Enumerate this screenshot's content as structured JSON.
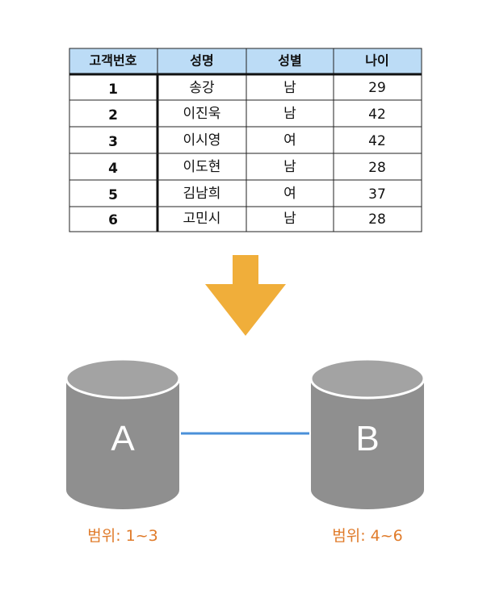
{
  "table": {
    "headers": [
      "고객번호",
      "성명",
      "성별",
      "나이"
    ],
    "rows": [
      [
        "1",
        "송강",
        "남",
        "29"
      ],
      [
        "2",
        "이진욱",
        "남",
        "42"
      ],
      [
        "3",
        "이시영",
        "여",
        "42"
      ],
      [
        "4",
        "이도현",
        "남",
        "28"
      ],
      [
        "5",
        "김남희",
        "여",
        "37"
      ],
      [
        "6",
        "고민시",
        "남",
        "28"
      ]
    ]
  },
  "colors": {
    "header_bg": "#bcdcf6",
    "arrow": "#f0ae3a",
    "cylinder_body": "#8f8f8f",
    "cylinder_top": "#a3a3a3",
    "connector": "#4a90d9",
    "range_text": "#e07b2a"
  },
  "databases": {
    "left": {
      "label": "A",
      "range": "범위: 1~3"
    },
    "right": {
      "label": "B",
      "range": "범위: 4~6"
    }
  }
}
